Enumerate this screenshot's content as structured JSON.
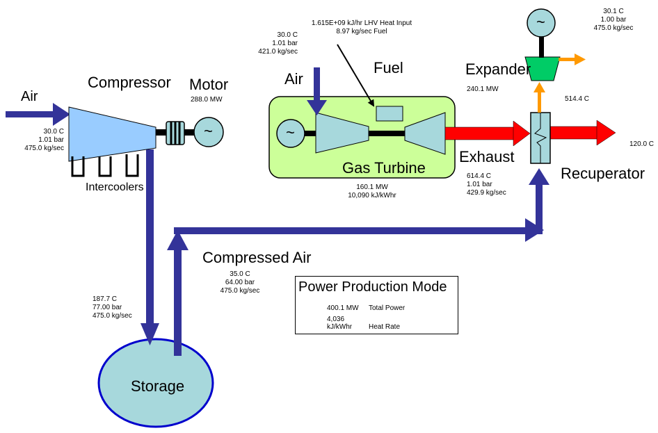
{
  "colors": {
    "flow_blue": "#333399",
    "exhaust_red": "#ff0000",
    "expander_orange": "#ff9900",
    "compressor_fill": "#99ccff",
    "turbine_fill": "#a7d8dc",
    "gt_box_fill": "#ccff99",
    "expander_fill": "#00cc66",
    "storage_fill": "#a7d8dc"
  },
  "compressor": {
    "label": "Compressor",
    "inlet_label": "Air",
    "inlet_temp": "30.0 C",
    "inlet_pressure": "1.01 bar",
    "inlet_flow": "475.0 kg/sec",
    "intercoolers_label": "Intercoolers"
  },
  "motor": {
    "label": "Motor",
    "power": "288.0 MW",
    "symbol": "~"
  },
  "gas_turbine": {
    "label": "Gas Turbine",
    "air_label": "Air",
    "air_temp": "30.0 C",
    "air_pressure": "1.01 bar",
    "air_flow": "421.0 kg/sec",
    "fuel_label": "Fuel",
    "heat_input": "1.615E+09  kJ/hr LHV Heat Input",
    "fuel_flow": "8.97 kg/sec Fuel",
    "power": "160.1 MW",
    "heat_rate": "10,090 kJ/kWhr",
    "generator_symbol": "~"
  },
  "exhaust": {
    "label": "Exhaust",
    "temp": "614.4 C",
    "pressure": "1.01 bar",
    "flow": "429.9 kg/sec",
    "stack_temp": "120.0 C"
  },
  "expander": {
    "label": "Expander",
    "power": "240.1 MW",
    "inlet_temp": "514.4 C",
    "outlet_temp": "30.1 C",
    "outlet_pressure": "1.00 bar",
    "outlet_flow": "475.0 kg/sec",
    "generator_symbol": "~"
  },
  "recuperator": {
    "label": "Recuperator"
  },
  "compressed_air": {
    "label": "Compressed Air",
    "temp": "35.0 C",
    "pressure": "64.00 bar",
    "flow": "475.0 kg/sec"
  },
  "storage": {
    "label": "Storage",
    "inlet_temp": "187.7 C",
    "inlet_pressure": "77.00 bar",
    "inlet_flow": "475.0 kg/sec"
  },
  "mode": {
    "title": "Power Production Mode",
    "rows": [
      {
        "value": "400.1 MW",
        "label": "Total Power"
      },
      {
        "value": "4,036 kJ/kWhr",
        "label": "Heat Rate"
      }
    ]
  }
}
